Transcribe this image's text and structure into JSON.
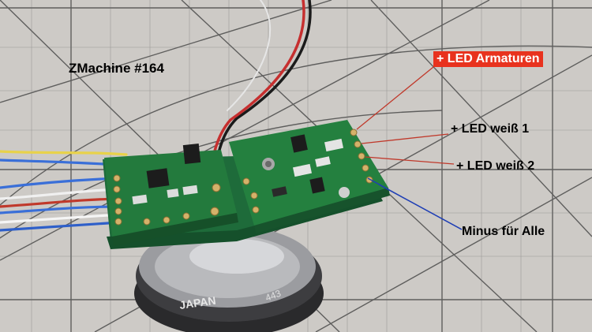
{
  "photo": {
    "subject": "decoder-circuit-board-on-cutting-mat"
  },
  "labels": {
    "title": "ZMachine #164",
    "led_armaturen": "+ LED Armaturen",
    "led_weiss_1": "+ LED weiß 1",
    "led_weiss_2": "+ LED weiß 2",
    "minus_fuer_alle": "Minus für Alle"
  },
  "colors": {
    "highlight_label_bg": "#e8321e",
    "leader_line_red": "#c0392b",
    "leader_line_blue": "#1f3fb5",
    "pcb_green": "#1e6b3a"
  }
}
